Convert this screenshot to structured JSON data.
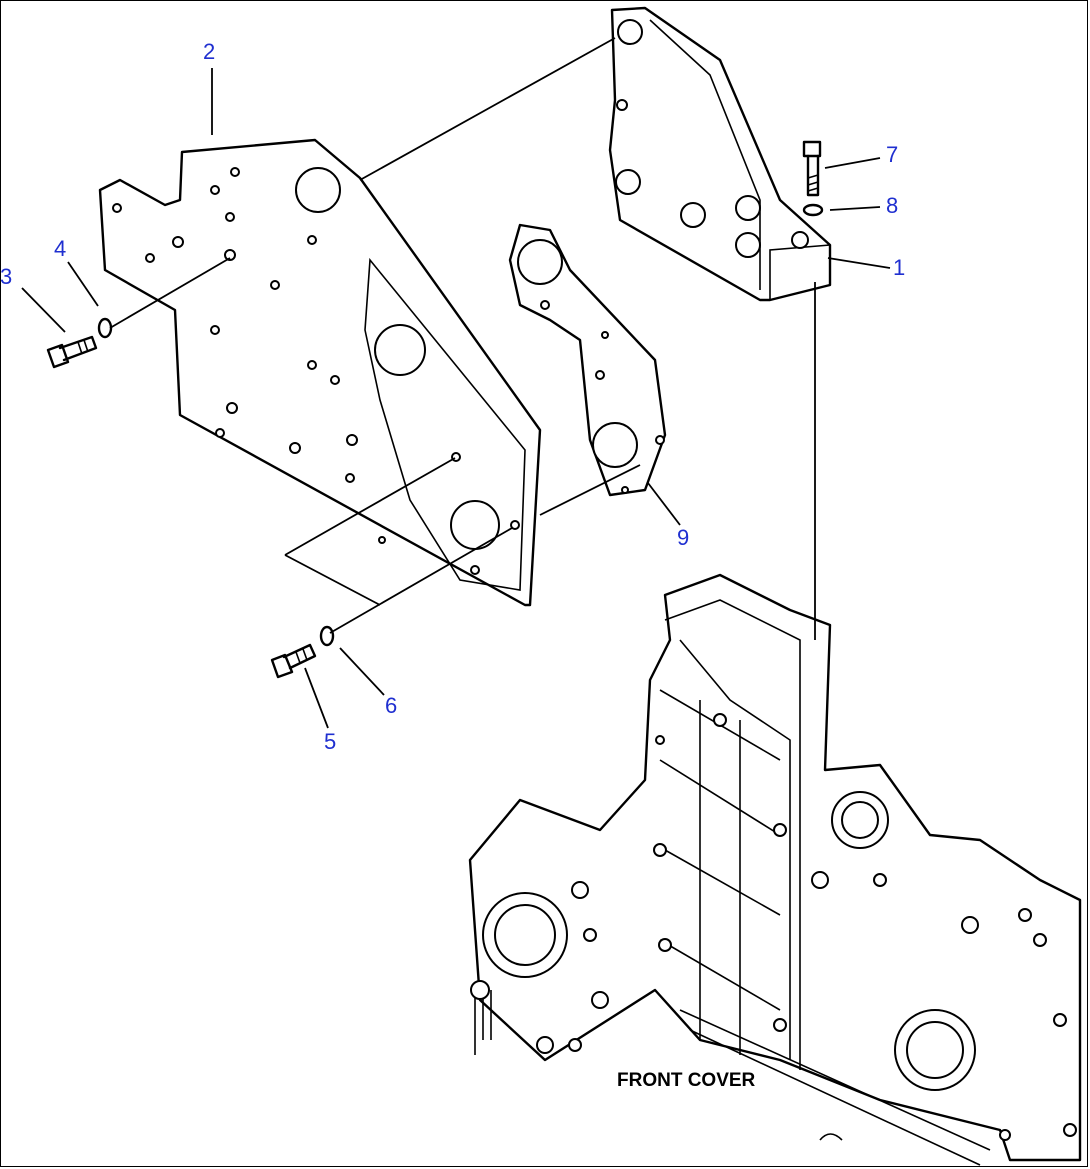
{
  "diagram": {
    "callouts": [
      {
        "id": "1",
        "label": "1"
      },
      {
        "id": "2",
        "label": "2"
      },
      {
        "id": "3",
        "label": "3"
      },
      {
        "id": "4",
        "label": "4"
      },
      {
        "id": "5",
        "label": "5"
      },
      {
        "id": "6",
        "label": "6"
      },
      {
        "id": "7",
        "label": "7"
      },
      {
        "id": "8",
        "label": "8"
      },
      {
        "id": "9",
        "label": "9"
      }
    ],
    "caption": "FRONT COVER",
    "colors": {
      "callout": "#1f2fd0",
      "line": "#000000",
      "background": "#ffffff"
    }
  }
}
